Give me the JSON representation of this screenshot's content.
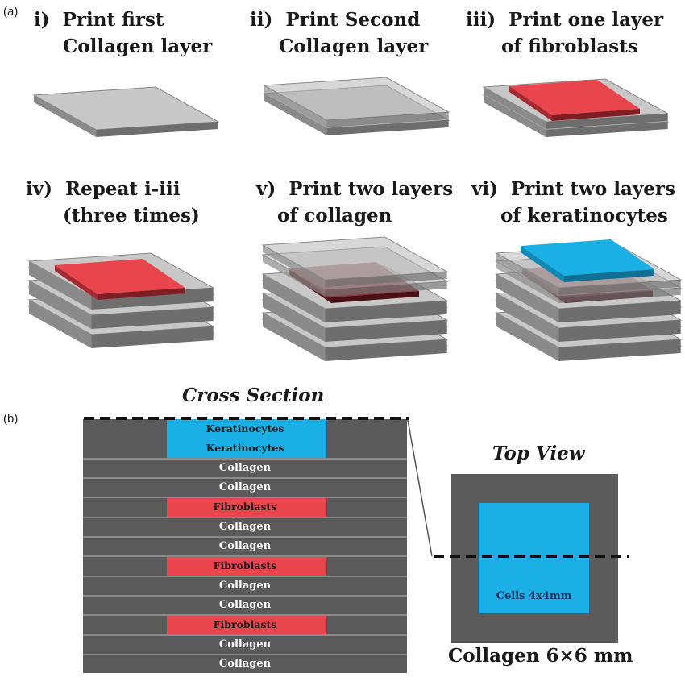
{
  "panels": {
    "a": "(a)",
    "b": "(b)"
  },
  "steps": [
    {
      "num": "i)",
      "line1": "Print first",
      "line2": "Collagen layer"
    },
    {
      "num": "ii)",
      "line1": "Print  Second",
      "line2": "Collagen layer"
    },
    {
      "num": "iii)",
      "line1": "Print one layer",
      "line2": "of fibroblasts"
    },
    {
      "num": "iv)",
      "line1": "Repeat i-iii",
      "line2": "(three times)"
    },
    {
      "num": "v)",
      "line1": "Print two layers",
      "line2": "of collagen"
    },
    {
      "num": "vi)",
      "line1": "Print two layers",
      "line2": "of keratinocytes"
    }
  ],
  "cross_section": {
    "title": "Cross Section",
    "rows": [
      "Keratinocytes",
      "Keratinocytes",
      "Collagen",
      "Collagen",
      "Fibroblasts",
      "Collagen",
      "Collagen",
      "Fibroblasts",
      "Collagen",
      "Collagen",
      "Fibroblasts",
      "Collagen",
      "Collagen"
    ]
  },
  "top_view": {
    "title": "Top View",
    "cells_label": "Cells 4x4mm",
    "caption": "Collagen 6×6 mm"
  },
  "colors": {
    "collagen": "#8e8e8e",
    "collagen_dark": "#5a5a5a",
    "fibroblasts": "#e8454c",
    "fibroblasts_buried": "#7e1e24",
    "keratinocytes": "#1ab0e6"
  }
}
